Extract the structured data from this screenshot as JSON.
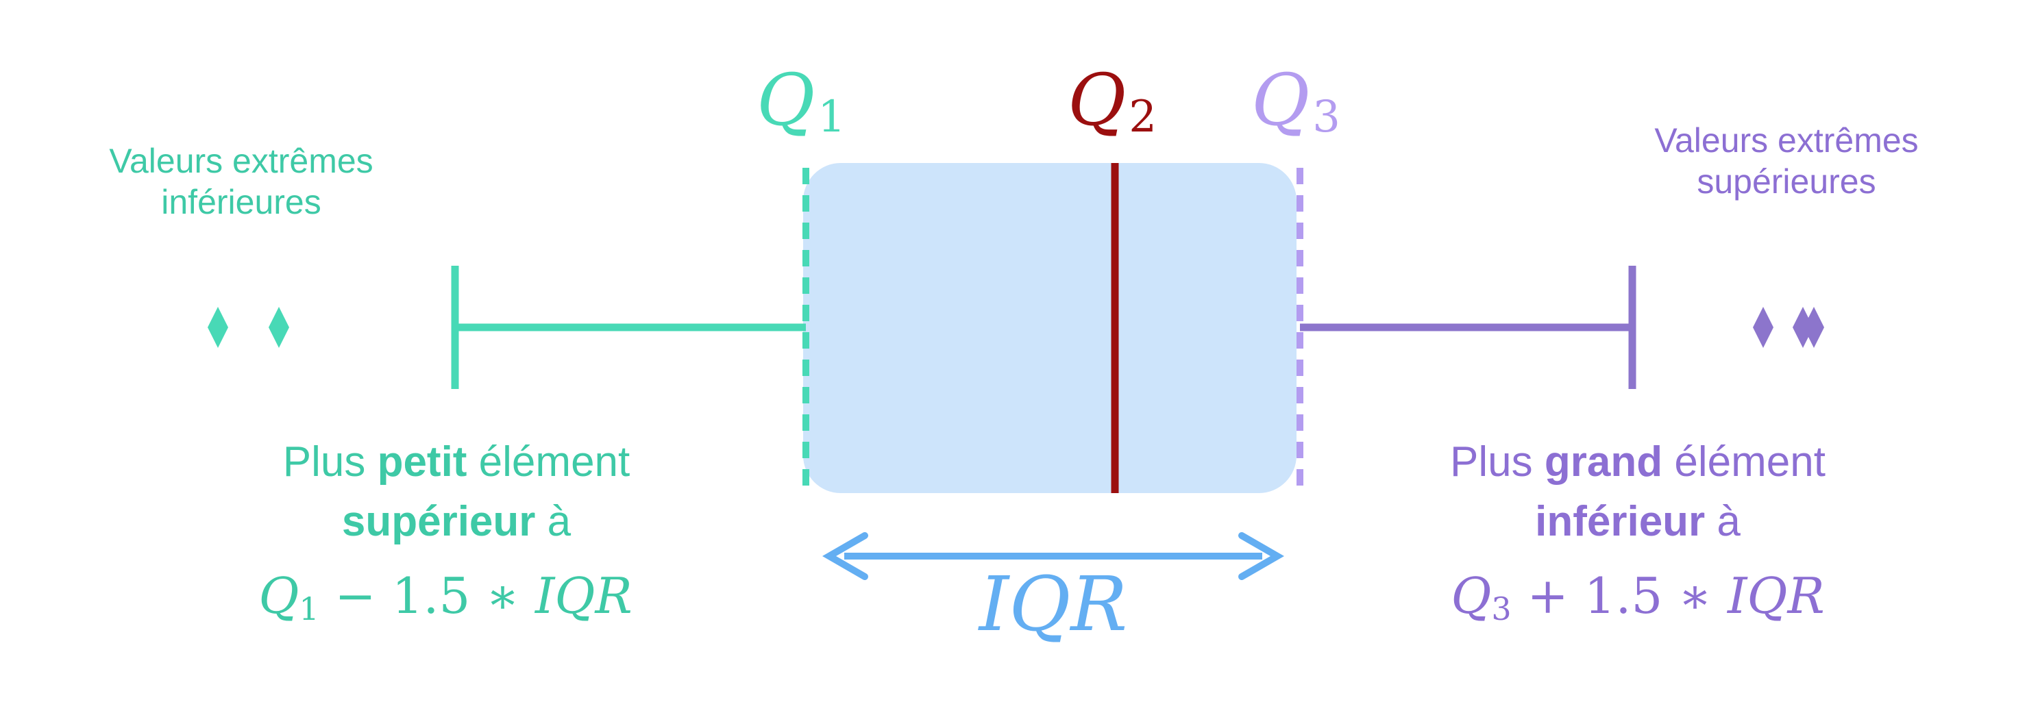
{
  "colors": {
    "lower": "#48d9b6",
    "lower_text": "#3ec9a6",
    "upper": "#8c75cc",
    "upper_text": "#8c6fd3",
    "median": "#9b0f0f",
    "q3_dash": "#b39cf0",
    "box_fill": "#cde4fb",
    "iqr": "#63aef2",
    "background": "#ffffff"
  },
  "labels": {
    "q1": {
      "letter": "Q",
      "sub": "1"
    },
    "q2": {
      "letter": "Q",
      "sub": "2"
    },
    "q3": {
      "letter": "Q",
      "sub": "3"
    },
    "iqr": "IQR"
  },
  "lower": {
    "outliers_line1": "Valeurs extrêmes",
    "outliers_line2": "inférieures",
    "outlier_count": 2,
    "desc_plus": "Plus ",
    "desc_bold1": "petit",
    "desc_rest1": " élément",
    "desc_bold2": "supérieur",
    "desc_rest2": " à",
    "formula_q": "Q",
    "formula_sub": "1",
    "formula_op": " − 1.5 ∗ ",
    "formula_iqr": "IQR"
  },
  "upper": {
    "outliers_line1": "Valeurs extrêmes",
    "outliers_line2": "supérieures",
    "outlier_count": 3,
    "desc_plus": "Plus ",
    "desc_bold1": "grand",
    "desc_rest1": " élément",
    "desc_bold2": "inférieur",
    "desc_rest2": " à",
    "formula_q": "Q",
    "formula_sub": "3",
    "formula_op": " + 1.5 ∗ ",
    "formula_iqr": "IQR"
  }
}
